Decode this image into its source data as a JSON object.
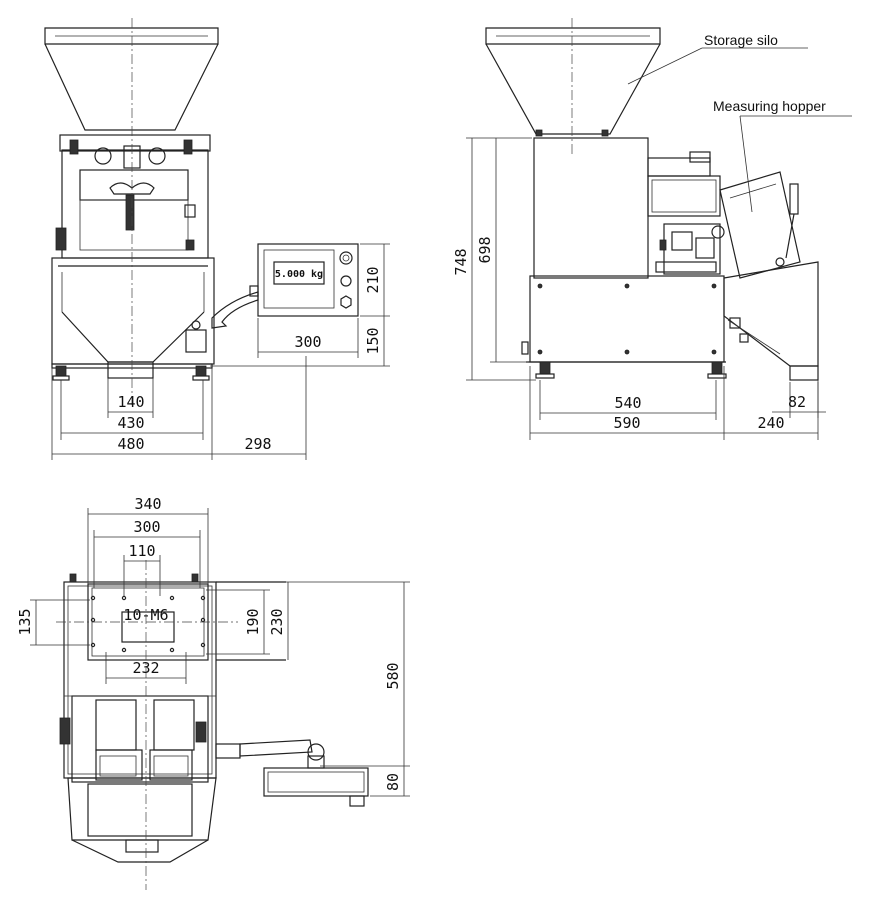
{
  "labels": {
    "storage_silo": "Storage silo",
    "measuring_hopper": "Measuring hopper",
    "display_reading": "5.000 kg",
    "thread_note": "10-M6"
  },
  "dimensions": {
    "front": {
      "discharge_opening": "140",
      "foot_span": "430",
      "body_width": "480",
      "display_offset": "298",
      "display_width": "300",
      "display_height": "210",
      "display_depth": "150"
    },
    "side": {
      "total_height": "748",
      "body_height": "698",
      "foot_span": "540",
      "body_length": "590",
      "outlet_width": "82",
      "hopper_projection": "240"
    },
    "top": {
      "flange_outer": "340",
      "flange_inner": "300",
      "bolt_pitch_small": "110",
      "bolt_pitch_large": "232",
      "flange_height_left": "135",
      "flange_height_inner": "190",
      "flange_height_outer": "230",
      "total_depth": "580",
      "display_depth": "80"
    }
  }
}
